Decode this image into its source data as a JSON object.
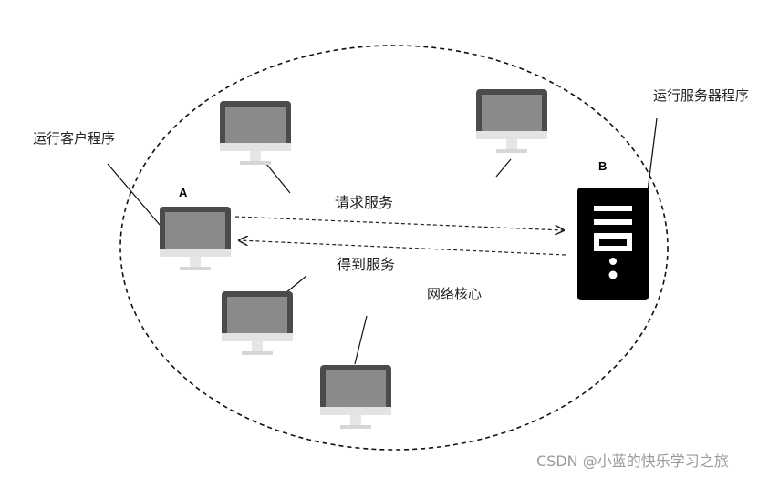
{
  "labels": {
    "client_program": "运行客户程序",
    "server_program": "运行服务器程序",
    "node_a": "A",
    "node_b": "B",
    "request": "请求服务",
    "response": "得到服务",
    "network_core": "网络核心"
  },
  "watermark": "CSDN @小蓝的快乐学习之旅",
  "icons": {
    "computer": "desktop-computer-icon",
    "server": "server-tower-icon"
  }
}
